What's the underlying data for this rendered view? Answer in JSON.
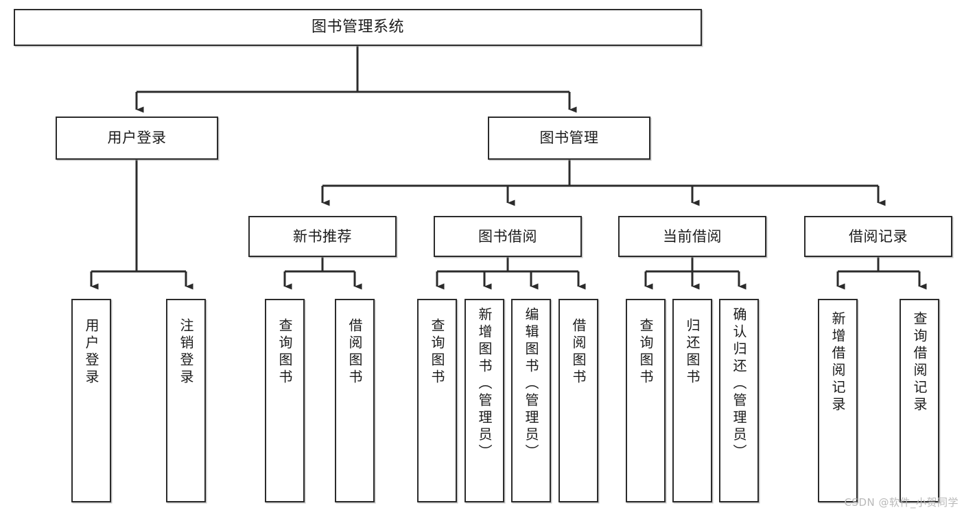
{
  "diagram": {
    "type": "tree-hierarchy",
    "title": "图书管理系统",
    "watermark": "CSDN @软件_小贺同学",
    "colors": {
      "box_border": "#2b2b2b",
      "box_fill": "#ffffff",
      "edge": "#2b2b2b",
      "text": "#1b1b1b",
      "watermark": "#b9b9b9",
      "background": "#ffffff"
    },
    "nodes": {
      "root": {
        "label": "图书管理系统"
      },
      "level2": [
        {
          "id": "user-login",
          "label": "用户登录"
        },
        {
          "id": "book-manage",
          "label": "图书管理"
        }
      ],
      "level3": [
        {
          "id": "new-book-recommend",
          "label": "新书推荐"
        },
        {
          "id": "book-borrow",
          "label": "图书借阅"
        },
        {
          "id": "current-borrow",
          "label": "当前借阅"
        },
        {
          "id": "borrow-record",
          "label": "借阅记录"
        }
      ],
      "leaves": [
        {
          "id": "leaf-user-login",
          "label": "用户登录",
          "parent": "user-login"
        },
        {
          "id": "leaf-logout-login",
          "label": "注销登录",
          "parent": "user-login"
        },
        {
          "id": "leaf-query-book-1",
          "label": "查询图书",
          "parent": "new-book-recommend"
        },
        {
          "id": "leaf-borrow-book-1",
          "label": "借阅图书",
          "parent": "new-book-recommend"
        },
        {
          "id": "leaf-query-book-2",
          "label": "查询图书",
          "parent": "book-borrow"
        },
        {
          "id": "leaf-add-book",
          "label": "新增图书（管理员）",
          "parent": "book-borrow"
        },
        {
          "id": "leaf-edit-book",
          "label": "编辑图书（管理员）",
          "parent": "book-borrow"
        },
        {
          "id": "leaf-borrow-book-2",
          "label": "借阅图书",
          "parent": "book-borrow"
        },
        {
          "id": "leaf-query-book-3",
          "label": "查询图书",
          "parent": "current-borrow"
        },
        {
          "id": "leaf-return-book",
          "label": "归还图书",
          "parent": "current-borrow"
        },
        {
          "id": "leaf-confirm-return",
          "label": "确认归还（管理员）",
          "parent": "current-borrow"
        },
        {
          "id": "leaf-add-record",
          "label": "新增借阅记录",
          "parent": "borrow-record"
        },
        {
          "id": "leaf-query-record",
          "label": "查询借阅记录",
          "parent": "borrow-record"
        }
      ]
    }
  }
}
